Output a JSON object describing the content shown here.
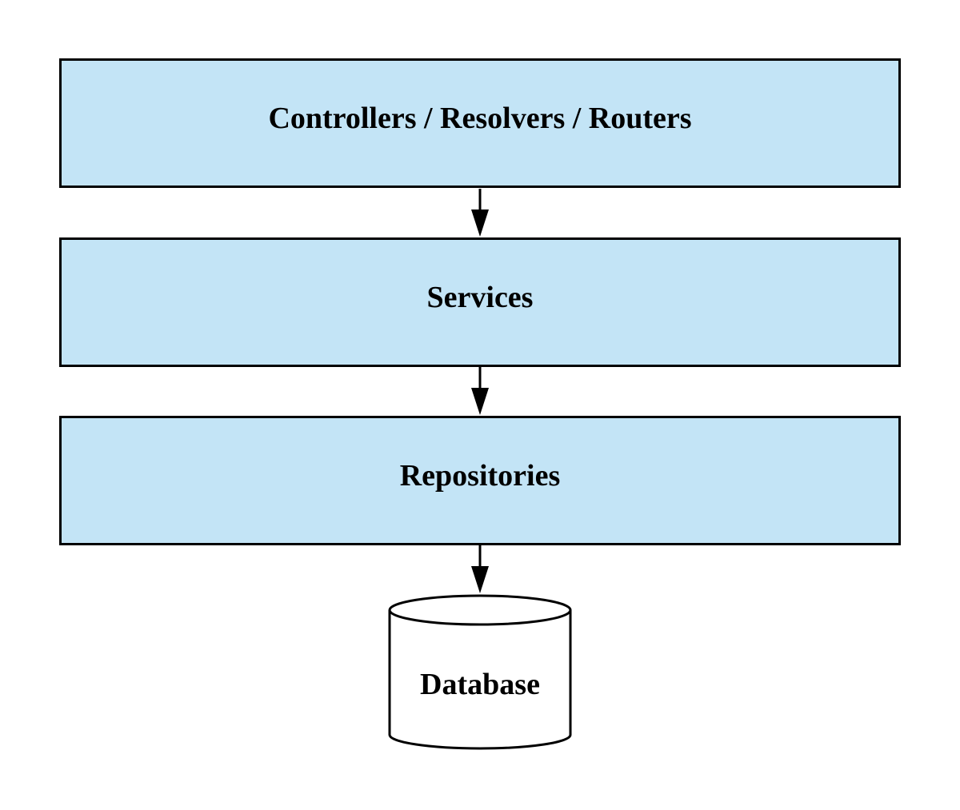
{
  "layers": [
    {
      "label": "Controllers / Resolvers / Routers"
    },
    {
      "label": "Services"
    },
    {
      "label": "Repositories"
    }
  ],
  "database": {
    "label": "Database"
  },
  "colors": {
    "layer_fill": "#c3e4f6",
    "stroke": "#000000",
    "database_fill": "#ffffff"
  }
}
